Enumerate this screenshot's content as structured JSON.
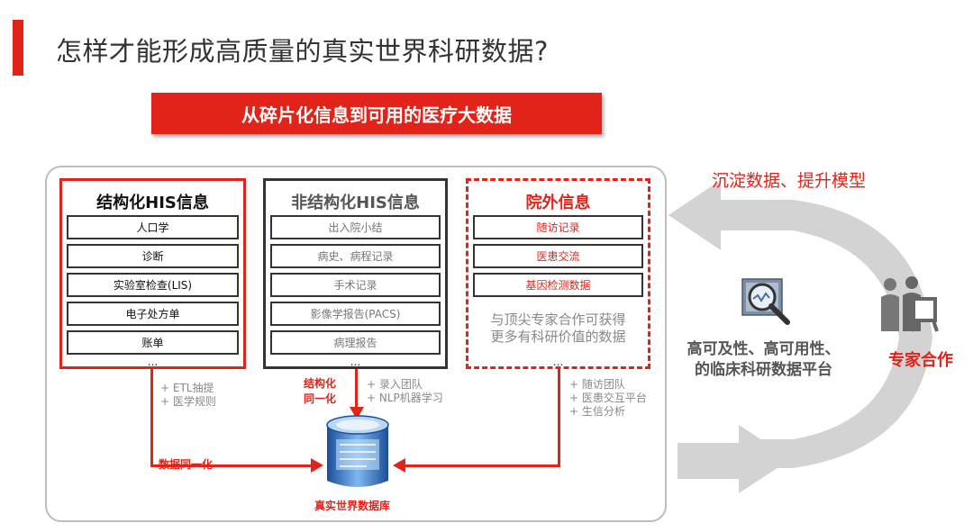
{
  "title": "怎样才能形成高质量的真实世界科研数据?",
  "banner": "从碎片化信息到可用的医疗大数据",
  "columns": [
    {
      "heading": "结构化HIS信息",
      "items": [
        "人口学",
        "诊断",
        "实验室检查(LIS)",
        "电子处方单",
        "账单"
      ],
      "ellipsis": "..."
    },
    {
      "heading": "非结构化HIS信息",
      "items": [
        "出入院小结",
        "病史、病程记录",
        "手术记录",
        "影像学报告(PACS)",
        "病理报告"
      ],
      "ellipsis": "..."
    },
    {
      "heading": "院外信息",
      "items": [
        "随访记录",
        "医患交流",
        "基因检测数据"
      ],
      "note": "与顶尖专家合作可获得更多有科研价值的数据",
      "ellipsis": "..."
    }
  ],
  "col1_side": [
    "+ ETL抽提",
    "+ 医学规则"
  ],
  "col2_red": [
    "结构化",
    "同一化"
  ],
  "col2_side": [
    "+ 录入团队",
    "+ NLP机器学习"
  ],
  "col3_side": [
    "+ 随访团队",
    "+ 医患交互平台",
    "+ 生信分析"
  ],
  "unify_label": "数据同一化",
  "database_label": "真实世界数据库",
  "right_top": "沉淀数据、提升模型",
  "platform_text": "高可及性、高可用性、的临床科研数据平台",
  "expert_text": "专家合作",
  "colors": {
    "accent": "#e2231a",
    "gray_arrow": "#d0d0d0"
  },
  "icons": [
    "database-icon",
    "magnifier-icon",
    "expert-group-icon"
  ]
}
